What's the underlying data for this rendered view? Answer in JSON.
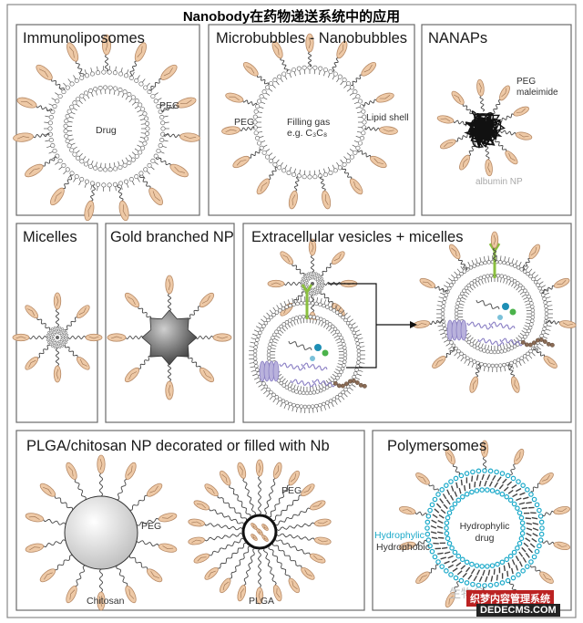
{
  "title": "Nanobody在药物递送系统中的应用",
  "panels": {
    "immunoliposomes": {
      "title": "Immunoliposomes",
      "core": "Drug",
      "peg": "PEG"
    },
    "microbubbles": {
      "title": "Microbubbles - Nanobubbles",
      "peg": "PEG",
      "core1": "Filling gas",
      "core2": "e.g. C₃C₈",
      "shell": "Lipid shell"
    },
    "nanaps": {
      "title": "NANAPs",
      "peg1": "PEG",
      "peg2": "maleimide",
      "albumin": "albumin NP"
    },
    "micelles": {
      "title": "Micelles"
    },
    "gold": {
      "title": "Gold branched NP"
    },
    "ev": {
      "title": "Extracellular vesicles + micelles"
    },
    "plga": {
      "title": "PLGA/chitosan NP decorated or filled with Nb",
      "peg_left": "PEG",
      "peg_right": "PEG",
      "chitosan": "Chitosan",
      "plga": "PLGA"
    },
    "polymersomes": {
      "title": "Polymersomes",
      "hydrophylic": "Hydrophylic",
      "hydrophobic": "Hydrophobic",
      "drug1": "Hydrophylic",
      "drug2": "drug"
    }
  },
  "watermark": {
    "text": "生物谷",
    "logo": "织梦内容管理系统",
    "site": "DEDECMS.COM"
  },
  "colors": {
    "nb_fill": "#eec9a6",
    "nb_stroke": "#b78a66",
    "lipid": "#555555",
    "cyan": "#1aa9c9",
    "purple": "#8a7fc4",
    "frame": "#6a6a6a"
  }
}
